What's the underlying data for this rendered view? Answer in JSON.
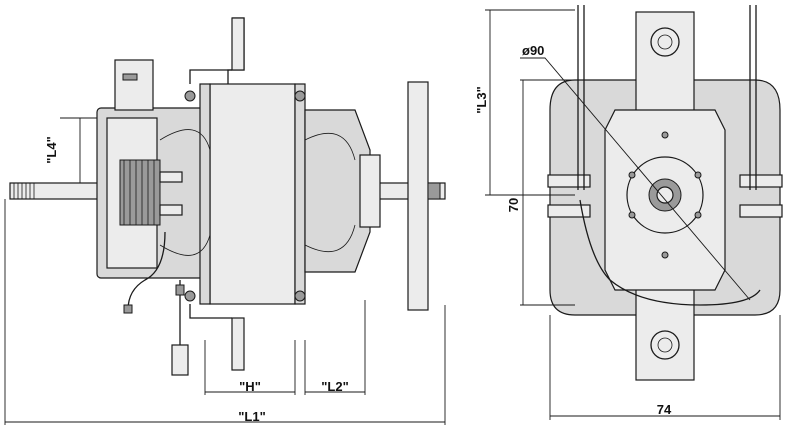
{
  "dimensions": {
    "L1": "\"L1\"",
    "H": "\"H\"",
    "L2": "\"L2\"",
    "L3": "\"L3\"",
    "L4": "\"L4\"",
    "d90": "ø90",
    "v70": "70",
    "w74": "74"
  },
  "colors": {
    "ink": "#1a1a1a",
    "fill": "#d9d9d9",
    "light": "#ececec",
    "dark": "#9a9a9a"
  }
}
